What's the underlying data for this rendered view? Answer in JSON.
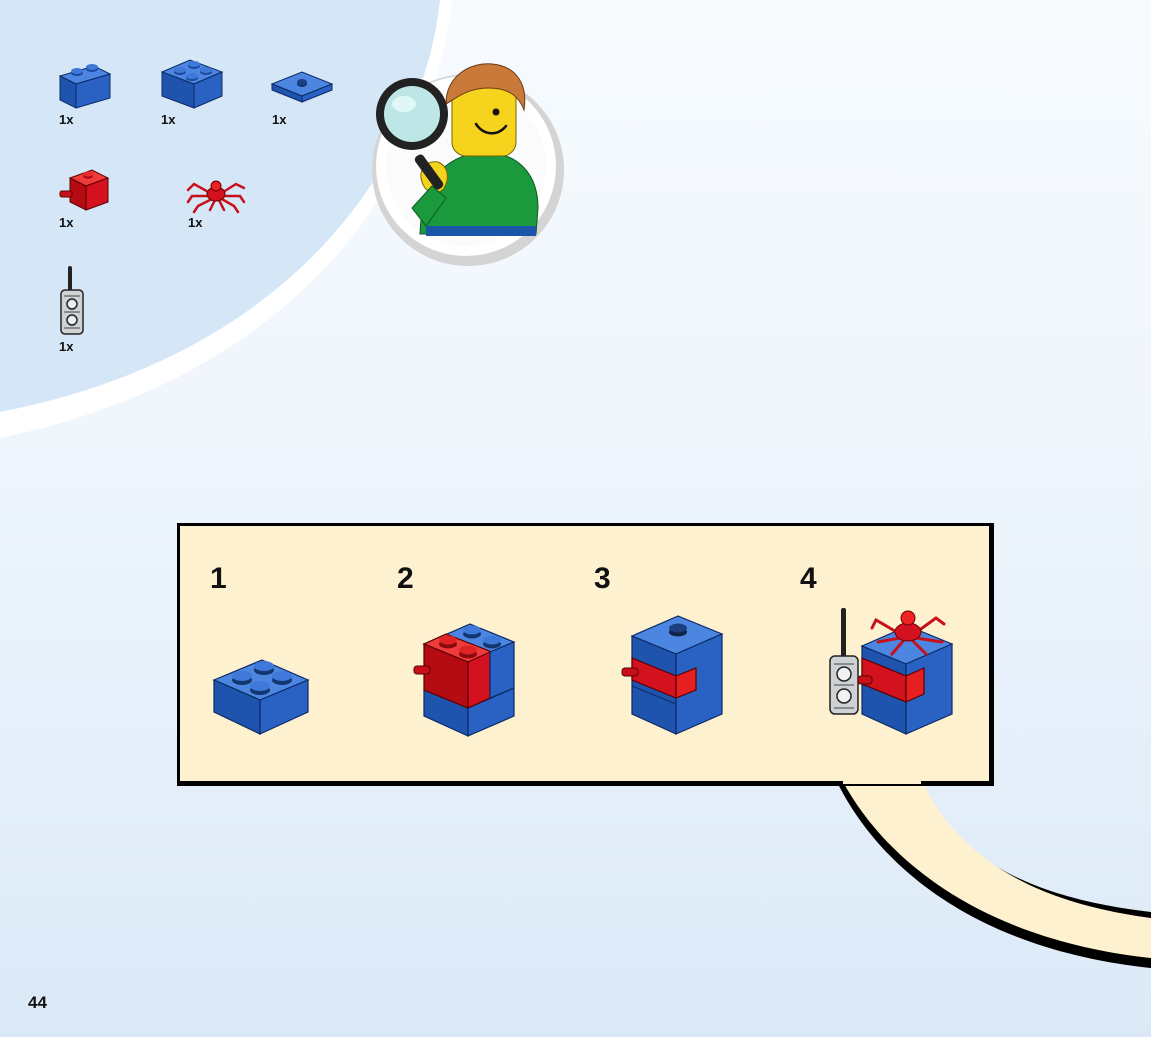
{
  "parts_list": [
    {
      "part": "blue-brick-2x1",
      "quantity": "1x"
    },
    {
      "part": "blue-brick-2x2",
      "quantity": "1x"
    },
    {
      "part": "blue-plate-2x2-stud",
      "quantity": "1x"
    },
    {
      "part": "red-brick-with-pin",
      "quantity": "1x"
    },
    {
      "part": "red-spider",
      "quantity": "1x"
    },
    {
      "part": "grey-walkie-talkie",
      "quantity": "1x"
    }
  ],
  "steps": [
    {
      "number": "1"
    },
    {
      "number": "2"
    },
    {
      "number": "3"
    },
    {
      "number": "4"
    }
  ],
  "page_number": "44",
  "colors": {
    "brick_blue": "#2a62c4",
    "brick_red": "#d4111e",
    "panel_cream": "#fdf1cf",
    "parts_bubble": "#d5e7f7"
  }
}
